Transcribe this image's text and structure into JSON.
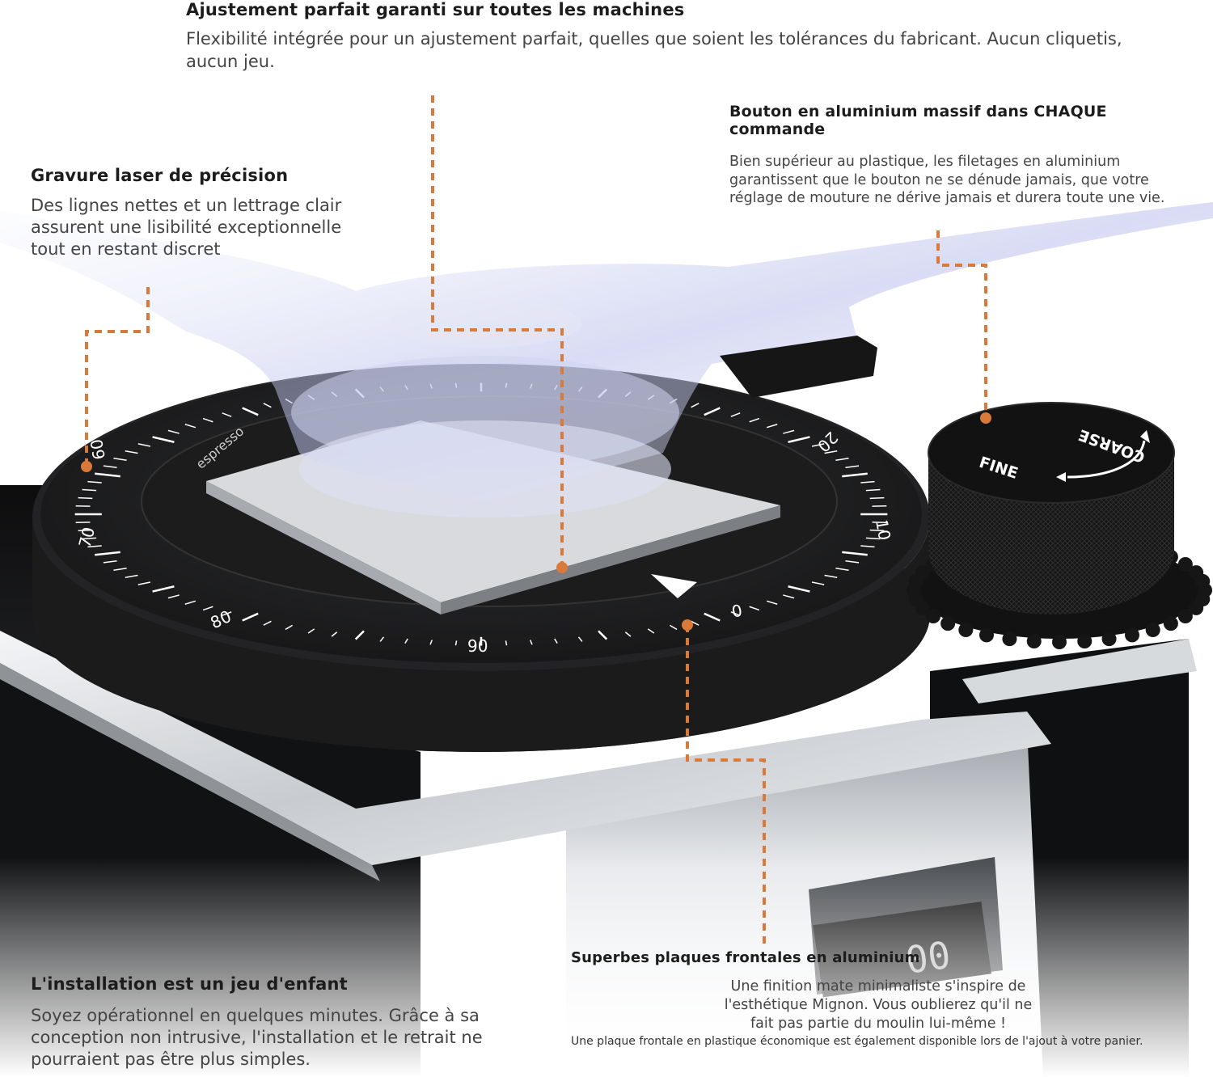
{
  "callouts": {
    "fit": {
      "title": "Ajustement parfait garanti sur toutes les machines",
      "lines": [
        "Flexibilité intégrée pour un ajustement parfait, quelles que soient les tolérances du fabricant. Aucun cliquetis,",
        "aucun jeu."
      ]
    },
    "laser": {
      "title": "Gravure laser de précision",
      "lines": [
        "Des lignes nettes et un lettrage clair",
        "assurent une lisibilité exceptionnelle",
        "tout en restant discret"
      ]
    },
    "knob": {
      "title": "Bouton en aluminium massif dans CHAQUE commande",
      "lines": [
        "Bien supérieur au plastique, les filetages en aluminium",
        "garantissent que le bouton ne se dénude jamais, que votre",
        "réglage de mouture ne dérive jamais et durera toute une vie."
      ]
    },
    "install": {
      "title": "L'installation est un jeu d'enfant",
      "lines": [
        "Soyez opérationnel en quelques minutes. Grâce à sa",
        "conception non intrusive, l'installation et le retrait ne",
        "pourraient pas être plus simples."
      ]
    },
    "front": {
      "title": "Superbes plaques frontales en aluminium",
      "lines": [
        "Une finition mate minimaliste s'inspire de",
        "l'esthétique Mignon. Vous oublierez qu'il ne",
        "fait pas partie du moulin lui-même !"
      ],
      "note": "Une plaque frontale en plastique économique est également disponible lors de l'ajout à votre panier."
    }
  },
  "dial": {
    "numbers": [
      "0",
      "10",
      "20",
      "60",
      "70",
      "80",
      "90"
    ],
    "brand": "espresso"
  },
  "knob": {
    "coarse_label": "COARSE",
    "fine_label": "FINE"
  },
  "display": {
    "readout": "00"
  },
  "colors": {
    "leader_line": "#d9793a",
    "dial": "#1f1f20",
    "knob": "#141414",
    "chrome": "#c9ccd1"
  }
}
